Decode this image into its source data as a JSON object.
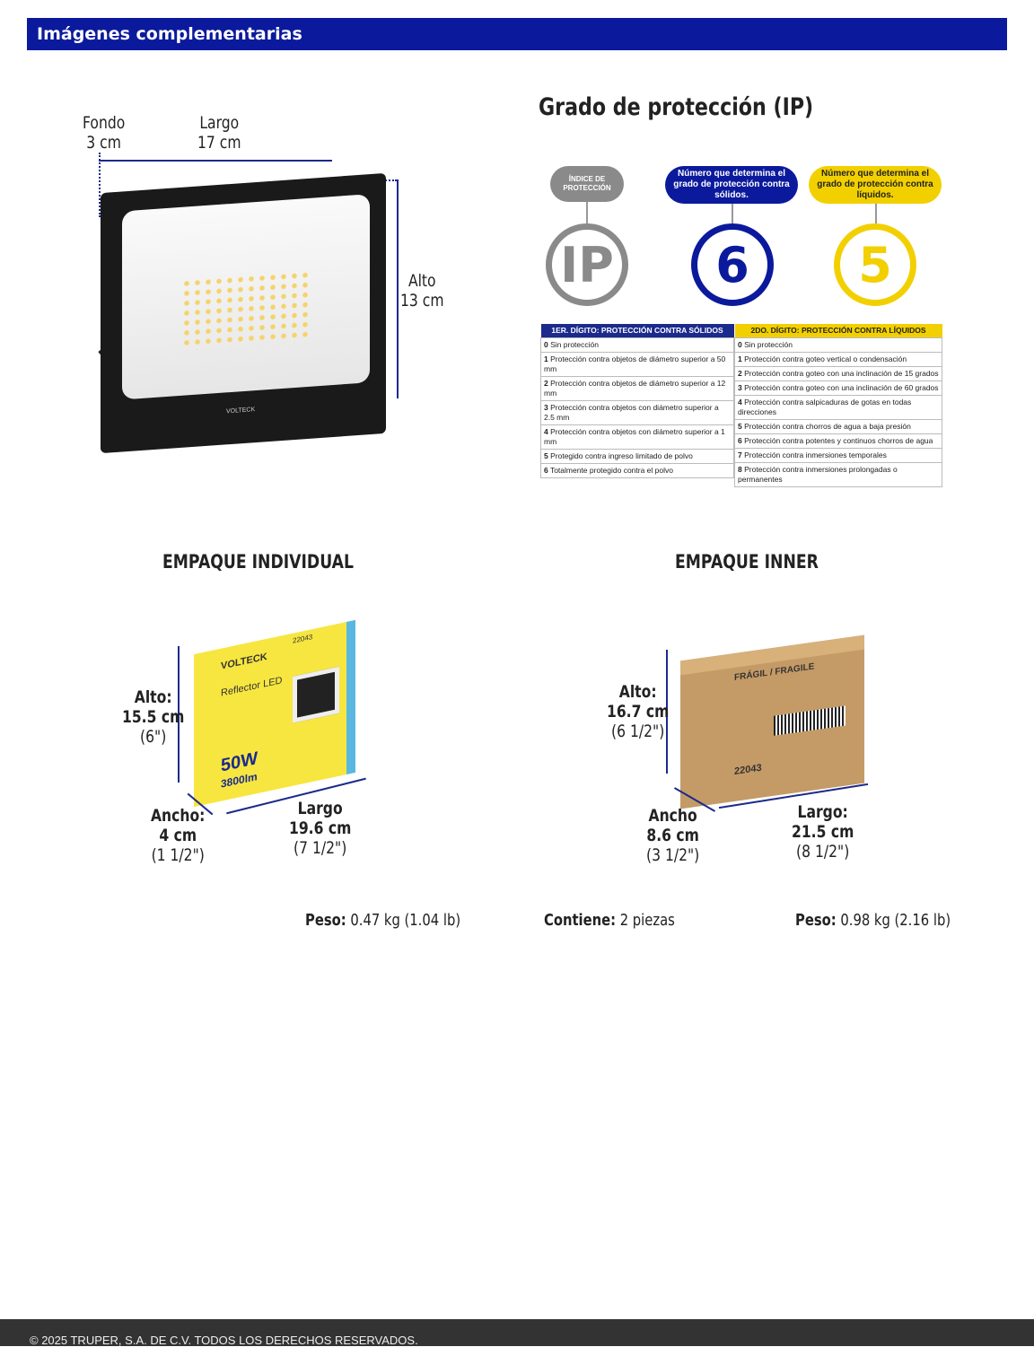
{
  "header": {
    "title": "Imágenes complementarias"
  },
  "product": {
    "fondo_label": "Fondo",
    "fondo_value": "3 cm",
    "largo_label": "Largo",
    "largo_value": "17 cm",
    "alto_label": "Alto",
    "alto_value": "13 cm",
    "brand": "VOLTECK"
  },
  "ip": {
    "title": "Grado de protección (IP)",
    "pill_index": "ÍNDICE DE PROTECCIÓN",
    "pill_solids": "Número que determina el grado de protección contra sólidos.",
    "pill_liquids": "Número que determina el grado de protección contra líquidos.",
    "code_ip": "IP",
    "code_solids": "6",
    "code_liquids": "5",
    "colors": {
      "gray": "#8a8a8a",
      "blue": "#0b1a9c",
      "yellow": "#f2d000"
    },
    "solids_header": "1ER. DÍGITO: PROTECCIÓN CONTRA SÓLIDOS",
    "liquids_header": "2DO. DÍGITO: PROTECCIÓN CONTRA LÍQUIDOS",
    "solids": [
      {
        "n": "0",
        "t": "Sin protección"
      },
      {
        "n": "1",
        "t": "Protección contra objetos de diámetro superior a 50 mm"
      },
      {
        "n": "2",
        "t": "Protección contra objetos de diámetro superior a 12 mm"
      },
      {
        "n": "3",
        "t": "Protección contra objetos con diámetro superior a 2.5 mm"
      },
      {
        "n": "4",
        "t": "Protección contra objetos con diámetro superior a 1 mm"
      },
      {
        "n": "5",
        "t": "Protegido contra ingreso limitado de polvo"
      },
      {
        "n": "6",
        "t": "Totalmente protegido contra el polvo"
      }
    ],
    "liquids": [
      {
        "n": "0",
        "t": "Sin protección"
      },
      {
        "n": "1",
        "t": "Protección contra goteo vertical o condensación"
      },
      {
        "n": "2",
        "t": "Protección contra goteo con una inclinación de 15 grados"
      },
      {
        "n": "3",
        "t": "Protección contra goteo con una inclinación de 60 grados"
      },
      {
        "n": "4",
        "t": "Protección contra salpicaduras de gotas en todas direcciones"
      },
      {
        "n": "5",
        "t": "Protección contra chorros de agua a baja presión"
      },
      {
        "n": "6",
        "t": "Protección contra potentes y continuos chorros de agua"
      },
      {
        "n": "7",
        "t": "Protección contra inmersiones temporales"
      },
      {
        "n": "8",
        "t": "Protección contra inmersiones prolongadas o permanentes"
      }
    ]
  },
  "individual": {
    "title": "EMPAQUE INDIVIDUAL",
    "alto": [
      "Alto:",
      "15.5 cm",
      "(6\")"
    ],
    "ancho": [
      "Ancho:",
      "4 cm",
      "(1 1/2\")"
    ],
    "largo": [
      "Largo",
      "19.6 cm",
      "(7 1/2\")"
    ],
    "peso_label": "Peso:",
    "peso_value": "0.47 kg (1.04 lb)",
    "box_brand": "VOLTECK",
    "box_product": "Reflector LED",
    "box_watts": "50W",
    "box_lumens": "3800lm",
    "box_code": "22043"
  },
  "inner": {
    "title": "EMPAQUE INNER",
    "alto": [
      "Alto:",
      "16.7 cm",
      "(6 1/2\")"
    ],
    "ancho": [
      "Ancho",
      "8.6 cm",
      "(3 1/2\")"
    ],
    "largo": [
      "Largo:",
      "21.5 cm",
      "(8 1/2\")"
    ],
    "contiene_label": "Contiene:",
    "contiene_value": "2 piezas",
    "peso_label": "Peso:",
    "peso_value": "0.98 kg (2.16 lb)",
    "box_label": "FRÁGIL / FRAGILE",
    "box_code": "22043"
  },
  "footer": {
    "copyright": "© 2025 TRUPER, S.A. DE C.V. TODOS LOS DERECHOS RESERVADOS."
  }
}
